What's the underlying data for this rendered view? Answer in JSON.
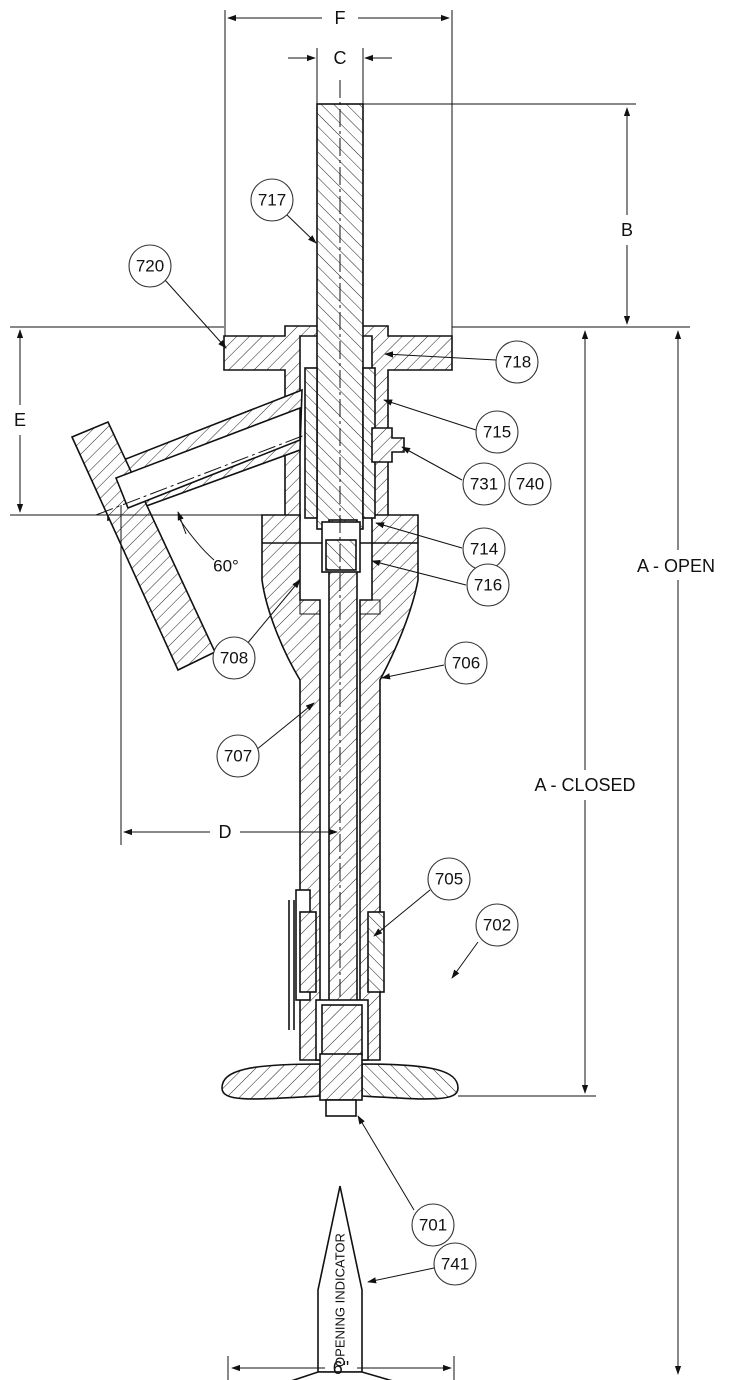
{
  "dimensions": {
    "F": "F",
    "C": "C",
    "B": "B",
    "E": "E",
    "D": "D",
    "A_open": "A - OPEN",
    "A_closed": "A - CLOSED",
    "handwheel": "6\"",
    "angle": "60°"
  },
  "part_labels": [
    "717",
    "720",
    "718",
    "715",
    "731",
    "740",
    "714",
    "716",
    "708",
    "706",
    "707",
    "705",
    "702",
    "701",
    "741"
  ],
  "indicator_text": "OPENING INDICATOR"
}
